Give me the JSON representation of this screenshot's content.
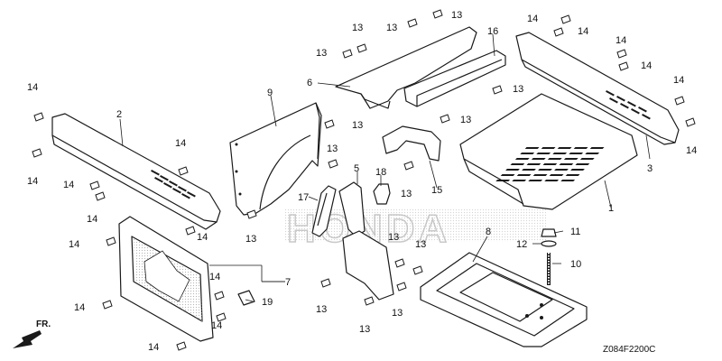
{
  "diagram": {
    "watermark": "HONDA",
    "drawing_code": "Z084F2200C",
    "direction_label": "FR.",
    "callouts": [
      "1",
      "2",
      "3",
      "5",
      "6",
      "7",
      "8",
      "9",
      "10",
      "11",
      "12",
      "13",
      "14",
      "15",
      "16",
      "17",
      "18",
      "19"
    ]
  }
}
